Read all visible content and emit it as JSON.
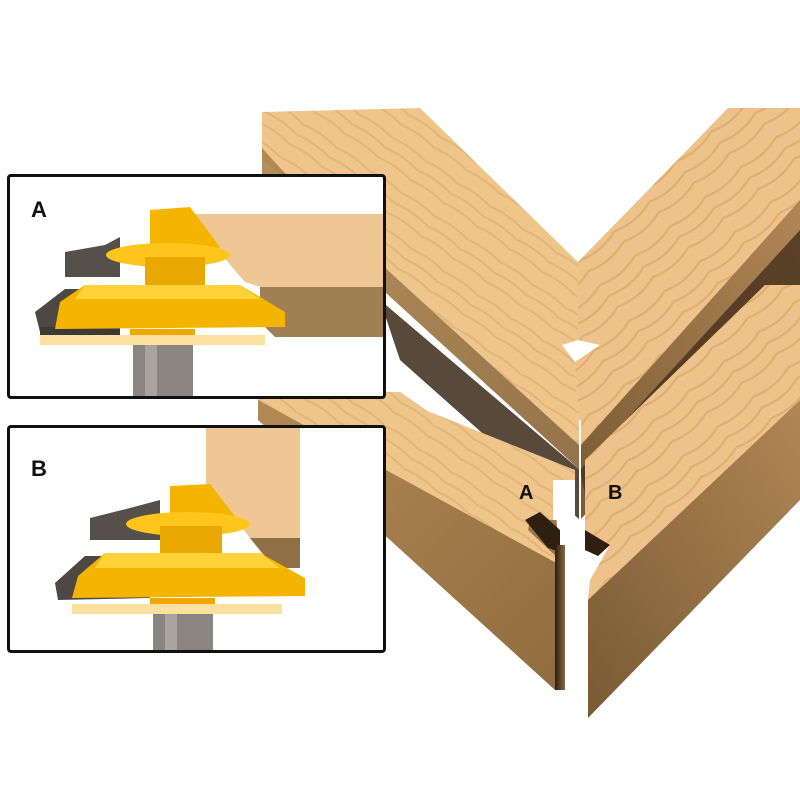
{
  "figure": {
    "subject": "Lock miter router bit with 45-degree lock miter joint",
    "colors": {
      "background": "#ffffff",
      "wood_face": "#ecc38a",
      "wood_face_light": "#f3d29e",
      "wood_grain": "#d9a766",
      "wood_side": "#a9834f",
      "wood_side_dark": "#6b4f2c",
      "shadow": "#3a2a18",
      "cutter_yellow": "#f5b400",
      "cutter_highlight": "#ffd23a",
      "carbide": "#55504a",
      "shank": "#8a8580",
      "frame": "#111111"
    }
  },
  "insets": [
    {
      "id": "A",
      "label": "A",
      "description": "Board laid flat against router bit"
    },
    {
      "id": "B",
      "label": "B",
      "description": "Board held vertical against router bit"
    }
  ],
  "joint": {
    "labels": [
      {
        "id": "A",
        "label": "A"
      },
      {
        "id": "B",
        "label": "B"
      }
    ]
  }
}
